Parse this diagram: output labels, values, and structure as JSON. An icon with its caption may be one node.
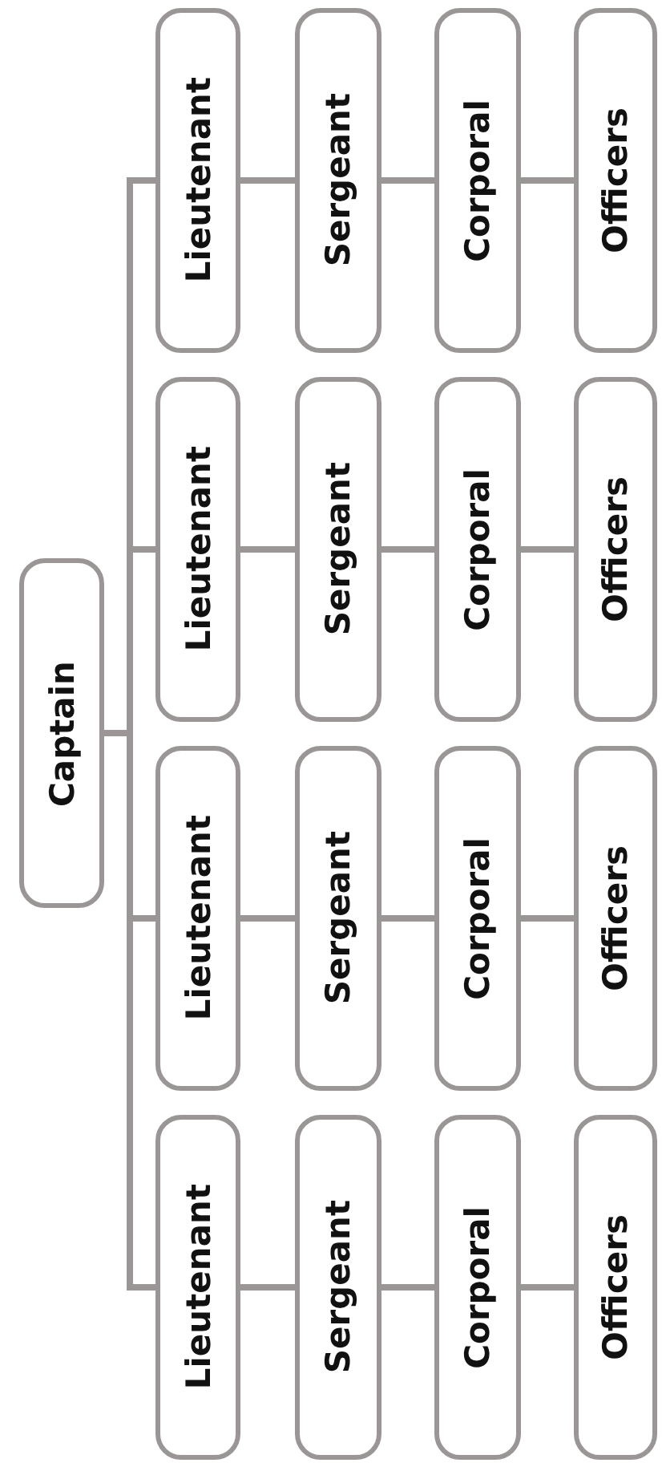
{
  "diagram": {
    "nodes": [
      {
        "text": [
          "Captain"
        ]
      },
      {
        "text": [
          "Lieutenant"
        ]
      },
      {
        "text": [
          "Sergeant"
        ]
      },
      {
        "text": [
          "Corporal"
        ]
      },
      {
        "text": [
          "Officers"
        ]
      },
      {
        "text": [
          "Lieutenant"
        ]
      },
      {
        "text": [
          "Sergeant"
        ]
      },
      {
        "text": [
          "Corporal"
        ]
      },
      {
        "text": [
          "Officers"
        ]
      },
      {
        "text": [
          "Lieutenant"
        ]
      },
      {
        "text": [
          "Sergeant"
        ]
      },
      {
        "text": [
          "Corporal"
        ]
      },
      {
        "text": [
          "Officers"
        ]
      },
      {
        "text": [
          "Lieutenant"
        ]
      },
      {
        "text": [
          "Sergeant"
        ]
      },
      {
        "text": [
          "Corporal"
        ]
      },
      {
        "text": [
          "Officers"
        ]
      }
    ],
    "edges": [
      {
        "from": 0,
        "to": 1,
        "arrow": "none"
      },
      {
        "from": 1,
        "to": 2,
        "arrow": "none"
      },
      {
        "from": 2,
        "to": 3,
        "arrow": "none"
      },
      {
        "from": 3,
        "to": 4,
        "arrow": "none"
      },
      {
        "from": 0,
        "to": 5,
        "arrow": "none"
      },
      {
        "from": 5,
        "to": 6,
        "arrow": "none"
      },
      {
        "from": 6,
        "to": 7,
        "arrow": "none"
      },
      {
        "from": 7,
        "to": 8,
        "arrow": "none"
      },
      {
        "from": 0,
        "to": 9,
        "arrow": "none"
      },
      {
        "from": 9,
        "to": 10,
        "arrow": "none"
      },
      {
        "from": 10,
        "to": 11,
        "arrow": "none"
      },
      {
        "from": 11,
        "to": 12,
        "arrow": "none"
      },
      {
        "from": 0,
        "to": 13,
        "arrow": "none"
      },
      {
        "from": 13,
        "to": 14,
        "arrow": "none"
      },
      {
        "from": 14,
        "to": 15,
        "arrow": "none"
      },
      {
        "from": 15,
        "to": 16,
        "arrow": "none"
      }
    ]
  }
}
